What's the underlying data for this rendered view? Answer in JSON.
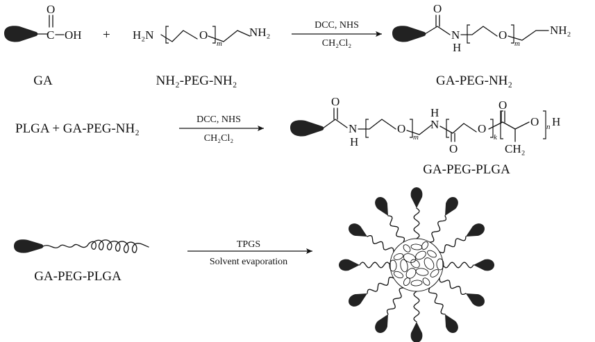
{
  "reaction1": {
    "reactant1_atoms": {
      "c": "C",
      "oh": "OH",
      "o": "O"
    },
    "plus": "+",
    "reactant2_atoms": {
      "h2n": "H₂N",
      "o": "O",
      "m": "m",
      "nh2": "NH₂"
    },
    "conditions": {
      "reagents": "DCC, NHS",
      "solvent": "CH₂Cl₂"
    },
    "product_atoms": {
      "o": "O",
      "n": "N",
      "h": "H",
      "o2": "O",
      "m": "m",
      "nh2": "NH₂"
    },
    "labels": {
      "ga": "GA",
      "peg": "NH₂-PEG-NH₂",
      "product": "GA-PEG-NH₂"
    }
  },
  "reaction2": {
    "reactants": "PLGA + GA-PEG-NH₂",
    "conditions": {
      "reagents": "DCC, NHS",
      "solvent": "CH₂Cl₂"
    },
    "product_atoms": {
      "o1": "O",
      "n1": "N",
      "h1": "H",
      "o2": "O",
      "m": "m",
      "h2": "H",
      "n2": "N",
      "o3": "O",
      "o4": "O",
      "k": "k",
      "o5": "O",
      "o6": "O",
      "n": "n",
      "h_end": "H",
      "ch2": "CH₂"
    },
    "product_label": "GA-PEG-PLGA"
  },
  "assembly": {
    "polymer_label": "GA-PEG-PLGA",
    "conditions": {
      "agent": "TPGS",
      "method": "Solvent evaporation"
    }
  }
}
